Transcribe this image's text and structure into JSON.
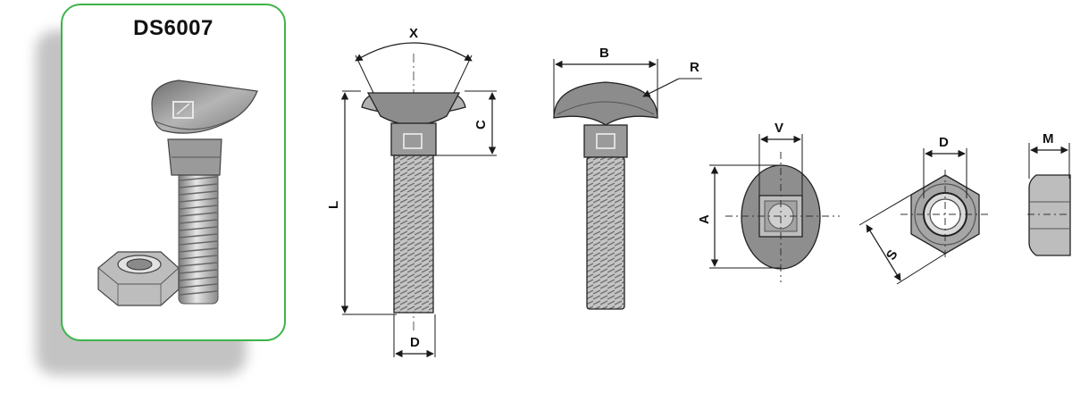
{
  "product": {
    "code": "DS6007"
  },
  "dimensions": {
    "x": "X",
    "l": "L",
    "c": "C",
    "d_bolt": "D",
    "b": "B",
    "r": "R",
    "v": "V",
    "a": "A",
    "d_nut": "D",
    "s": "S",
    "m": "M"
  },
  "colors": {
    "card_border": "#3cb44a",
    "head_fill": "#8e8e8e",
    "thread_fill": "#c8c8c8",
    "line": "#1a1a1a"
  }
}
